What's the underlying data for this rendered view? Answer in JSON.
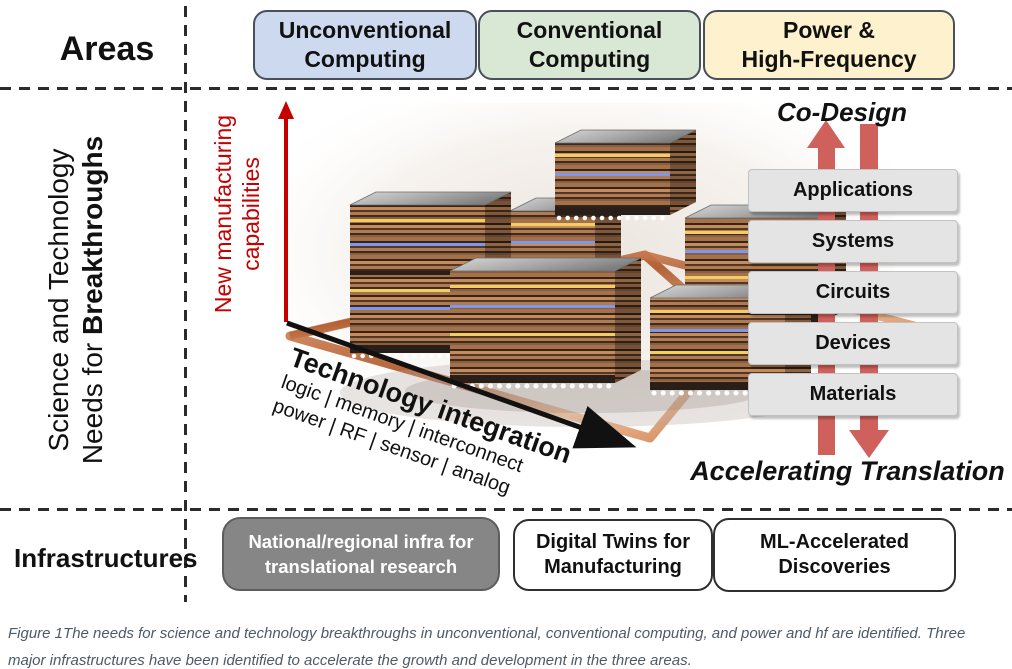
{
  "areas_row": {
    "label": "Areas",
    "columns": [
      {
        "line1": "Unconventional",
        "line2": "Computing"
      },
      {
        "line1": "Conventional",
        "line2": "Computing"
      },
      {
        "line1": "Power &",
        "line2": "High-Frequency"
      }
    ]
  },
  "breakthroughs_section": {
    "side_label_line1": "Science and Technology",
    "side_label_line2_prefix": "Needs for ",
    "side_label_line2_bold": "Breakthroughs",
    "y_axis_label_line1": "New manufacturing",
    "y_axis_label_line2": "capabilities",
    "x_axis_title": "Technology integration",
    "x_axis_sub1": "logic | memory | interconnect",
    "x_axis_sub2": "power | RF | sensor | analog",
    "co_design_label": "Co-Design",
    "stack_items": [
      "Applications",
      "Systems",
      "Circuits",
      "Devices",
      "Materials"
    ],
    "accelerating_label": "Accelerating Translation"
  },
  "infrastructures_row": {
    "label": "Infrastructures",
    "boxes": [
      {
        "line1": "National/regional infra for",
        "line2": "translational research"
      },
      {
        "line1": "Digital Twins for",
        "line2": "Manufacturing"
      },
      {
        "line1": "ML-Accelerated",
        "line2": "Discoveries"
      }
    ]
  },
  "caption": {
    "line1": "Figure 1The needs for science and technology breakthroughs in unconventional, conventional computing, and power and hf are identified. Three",
    "line2": "major infrastructures have been identified to accelerate the growth and development in the three areas."
  },
  "colors": {
    "area_blue_bg": "#cdd9ee",
    "area_green_bg": "#d9e8d5",
    "area_yellow_bg": "#fdf2cd",
    "axis_red": "#c40000",
    "codesign_arrow_red": "#d0605c",
    "stack_box_gray": "#e4e4e4",
    "infra_dark_gray": "#868686",
    "caption_text": "#4e5a67"
  },
  "icons": {
    "y_axis_arrow": "up-arrow",
    "x_axis_arrow": "down-right-arrow",
    "co_design_up_arrow": "up-arrow",
    "translation_down_arrow": "down-arrow",
    "chip_illustration": "3d-stacked-chiplets-on-copper-substrate"
  }
}
